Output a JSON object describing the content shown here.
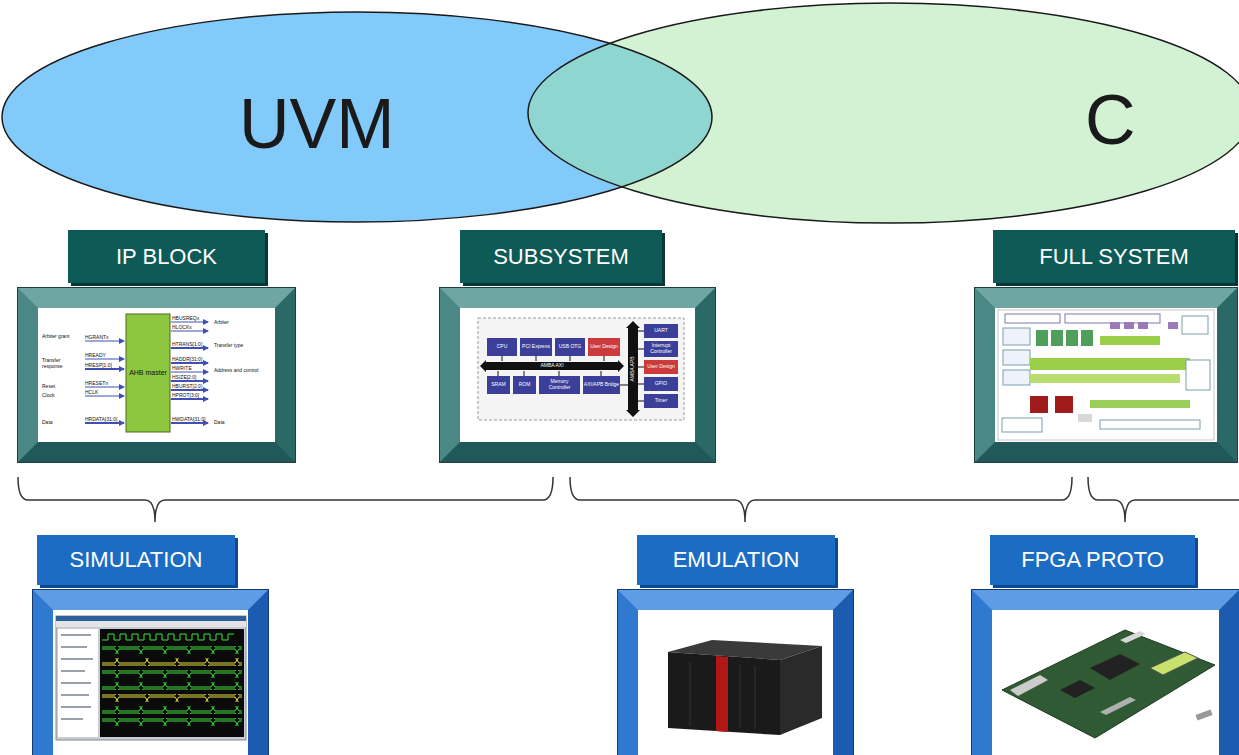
{
  "diagram": {
    "nodes": [
      {
        "text": [
          "UVM"
        ]
      },
      {
        "text": [
          "C"
        ]
      },
      {
        "text": [
          "IP BLOCK"
        ]
      },
      {
        "text": [
          "SUBSYSTEM"
        ]
      },
      {
        "text": [
          "FULL SYSTEM"
        ]
      },
      {
        "text": [
          "SIMULATION"
        ]
      },
      {
        "text": [
          "EMULATION"
        ]
      },
      {
        "text": [
          "FPGA PROTO"
        ]
      }
    ],
    "labels": [
      "AHB master",
      "Arbiter grant",
      "Transfer response",
      "Reset",
      "Clock",
      "Data",
      "HGRANTx",
      "HREADY",
      "HRESP[1:0]",
      "HRESETn",
      "HCLK",
      "HRDATA[31:0]",
      "HBUSREQx",
      "HLOCKx",
      "HTRANS[1:0]",
      "HADDR[31:0]",
      "HWRITE",
      "HSIZE[2:0]",
      "HBURST[2:0]",
      "HPROT[3:0]",
      "HWDATA[31:0]",
      "Arbiter",
      "Transfer type",
      "Address and control",
      "Data",
      "CPU",
      "PCI Express",
      "USB OTG",
      "User Design",
      "AMBA AXI",
      "SRAM",
      "ROM",
      "Memory Controller",
      "AXI/APB Bridge",
      "AMBA APB",
      "UART",
      "Interrupt Controller",
      "User Design",
      "GPIO",
      "Timer"
    ]
  }
}
